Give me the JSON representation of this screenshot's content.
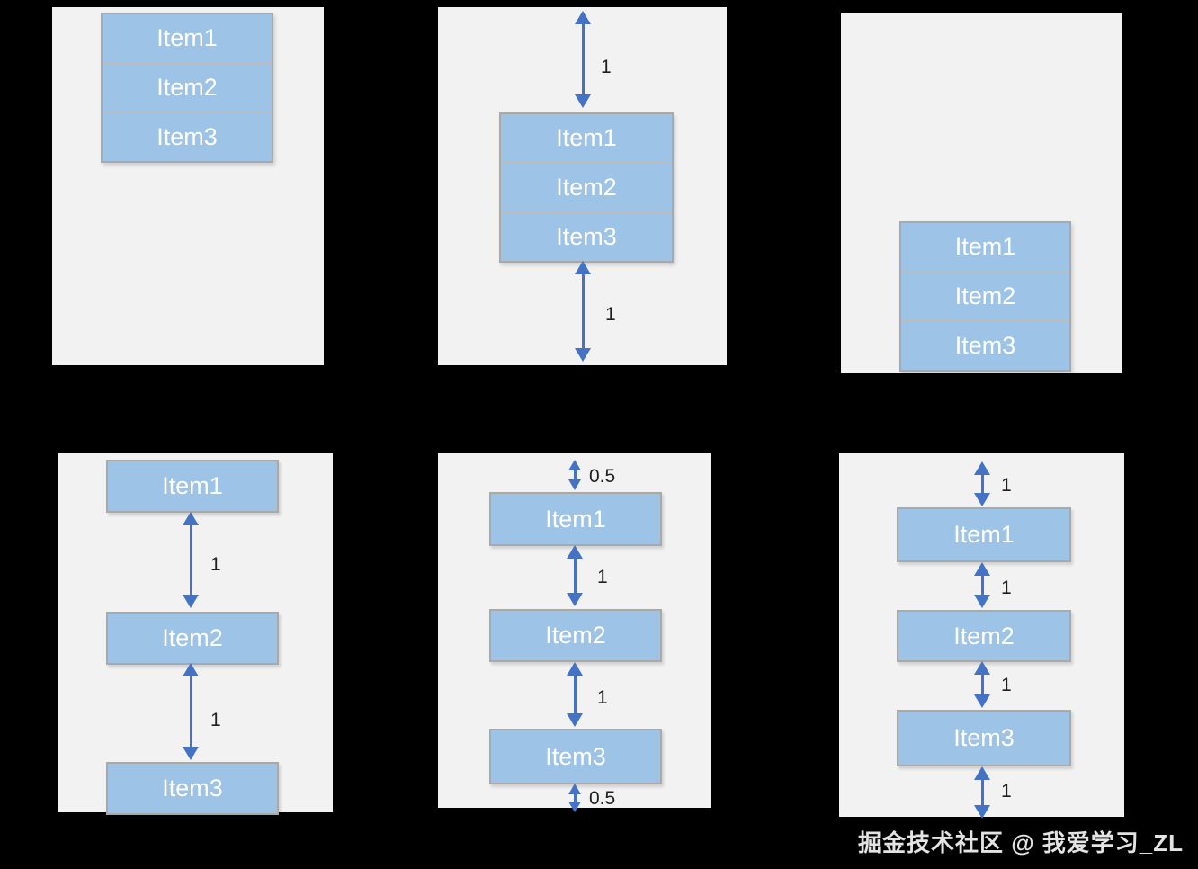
{
  "colors": {
    "page_bg": "#000000",
    "panel_bg": "#F2F2F2",
    "item_fill": "#9DC3E6",
    "item_border": "#A9A9A9",
    "item_divider": "#BDBDBD",
    "item_text": "#FFFFFF",
    "arrow": "#4472C4",
    "gap_label": "#1F1F1F",
    "watermark_text": "#E3E3E3"
  },
  "panels": [
    {
      "items": [
        "Item1",
        "Item2",
        "Item3"
      ],
      "gaps": []
    },
    {
      "items": [
        "Item1",
        "Item2",
        "Item3"
      ],
      "gaps": [
        "1",
        "1"
      ]
    },
    {
      "items": [
        "Item1",
        "Item2",
        "Item3"
      ],
      "gaps": []
    },
    {
      "items": [
        "Item1",
        "Item2",
        "Item3"
      ],
      "gaps": [
        "1",
        "1"
      ]
    },
    {
      "items": [
        "Item1",
        "Item2",
        "Item3"
      ],
      "gaps": [
        "0.5",
        "1",
        "1",
        "0.5"
      ]
    },
    {
      "items": [
        "Item1",
        "Item2",
        "Item3"
      ],
      "gaps": [
        "1",
        "1",
        "1",
        "1"
      ]
    }
  ],
  "watermark": {
    "text": "掘金技术社区 @ 我爱学习_ZL"
  }
}
